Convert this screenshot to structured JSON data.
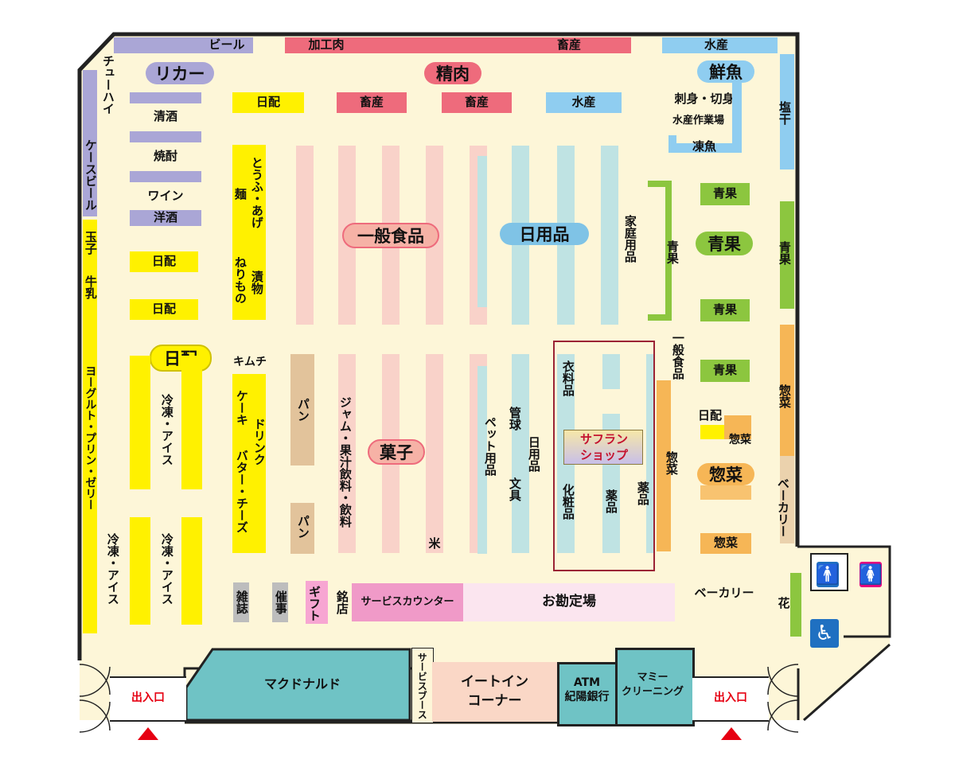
{
  "colors": {
    "floor": "#fdf6d8",
    "wall": "#222222",
    "liquor": "#aaa6d6",
    "meat": "#ee6b7c",
    "seafood": "#8fcdf0",
    "produce": "#8cc63f",
    "deli": "#f6b656",
    "dairy": "#fff100",
    "food_aisle": "#f9d2c9",
    "daily_aisle": "#bfe3e3",
    "bread": "#e2c39b",
    "service": "#6fc3c5",
    "checkout": "#fbe5ef",
    "arrow": "#e60012"
  },
  "pills": {
    "liquor": "リカー",
    "meat": "精肉",
    "fish": "鮮魚",
    "general_food": "一般食品",
    "daily_goods": "日用品",
    "produce": "青果",
    "nippai": "日配",
    "sweets": "菓子",
    "deli": "惣菜"
  },
  "top": {
    "beer": "ビール",
    "processed_meat": "加工肉",
    "livestock": "畜産",
    "seafood": "水産"
  },
  "left_wall": {
    "chuhai": "チューハイ",
    "case_beer": "ケースビール",
    "egg": "玉子",
    "milk": "牛乳",
    "yogurt": "ヨーグルト・プリン・ゼリー",
    "frozen": "冷凍・アイス"
  },
  "liquor": {
    "sake": "清酒",
    "shochu": "焼酎",
    "wine": "ワイン",
    "western": "洋酒"
  },
  "misc": {
    "nippai": "日配",
    "tofu": "とうふ・あげ",
    "noodles": "麺",
    "pickles": "漬物",
    "neri": "ねりもの",
    "kimchi": "キムチ",
    "cake": "ケーキ",
    "drink": "ドリンク",
    "butter": "バター・チーズ",
    "pan": "パン",
    "jam": "ジャム・果汁飲料・飲料",
    "rice": "米",
    "pet": "ペット用品",
    "ball": "管球",
    "stationery": "文具",
    "daily": "日用品",
    "clothes": "衣料品",
    "cosmetics": "化粧品",
    "medicine": "薬品",
    "household": "家庭用品",
    "general_food": "一般食品",
    "deli": "惣菜",
    "produce": "青果",
    "bakery": "ベーカリー",
    "salted": "塩干",
    "flower": "花",
    "sashimi": "刺身・切身",
    "fish_work": "水産作業場",
    "frozen_fish": "凍魚",
    "saffron1": "サフラン",
    "saffron2": "ショップ",
    "livestock": "畜産",
    "seafood": "水産"
  },
  "bottom": {
    "magazine": "雑誌",
    "event": "催事",
    "gift": "ギフト",
    "meiten": "銘店",
    "service_counter": "サービスカウンター",
    "checkout": "お勘定場",
    "mcdonalds": "マクドナルド",
    "service_booth": "サービスブース",
    "eat_in1": "イートイン",
    "eat_in2": "コーナー",
    "atm1": "ATM",
    "atm2": "紀陽銀行",
    "cleaning1": "マミー",
    "cleaning2": "クリーニング",
    "entrance": "出入口"
  },
  "facilities": {
    "mens": "male-restroom-icon",
    "womens": "female-restroom-icon",
    "accessible": "wheelchair-icon"
  }
}
